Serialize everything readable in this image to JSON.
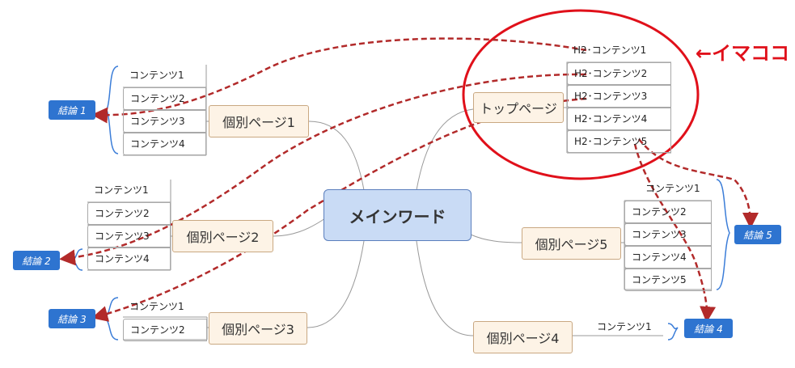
{
  "central": "メインワード",
  "top_page": "トップページ",
  "top_page_items": [
    "H2･コンテンツ1",
    "H2･コンテンツ2",
    "H2･コンテンツ3",
    "H2･コンテンツ4",
    "H2･コンテンツ5"
  ],
  "page1": {
    "label": "個別ページ1",
    "items": [
      "コンテンツ1",
      "コンテンツ2",
      "コンテンツ3",
      "コンテンツ4"
    ],
    "conclusion": "結論 1"
  },
  "page2": {
    "label": "個別ページ2",
    "items": [
      "コンテンツ1",
      "コンテンツ2",
      "コンテンツ3",
      "コンテンツ4"
    ],
    "conclusion": "結論 2"
  },
  "page3": {
    "label": "個別ページ3",
    "items": [
      "コンテンツ1",
      "コンテンツ2"
    ],
    "conclusion": "結論 3"
  },
  "page4": {
    "label": "個別ページ4",
    "items": [
      "コンテンツ1"
    ],
    "conclusion": "結論 4"
  },
  "page5": {
    "label": "個別ページ5",
    "items": [
      "コンテンツ1",
      "コンテンツ2",
      "コンテンツ3",
      "コンテンツ4",
      "コンテンツ5"
    ],
    "conclusion": "結論 5"
  },
  "marker": "←イマココ",
  "colors": {
    "central_fill": "#c9dbf5",
    "topic_fill": "#fdf3e6",
    "conclusion_fill": "#2e74d0",
    "arrow": "#b22a2a",
    "highlight": "#e0101a",
    "bracket": "#3b7dd8"
  }
}
